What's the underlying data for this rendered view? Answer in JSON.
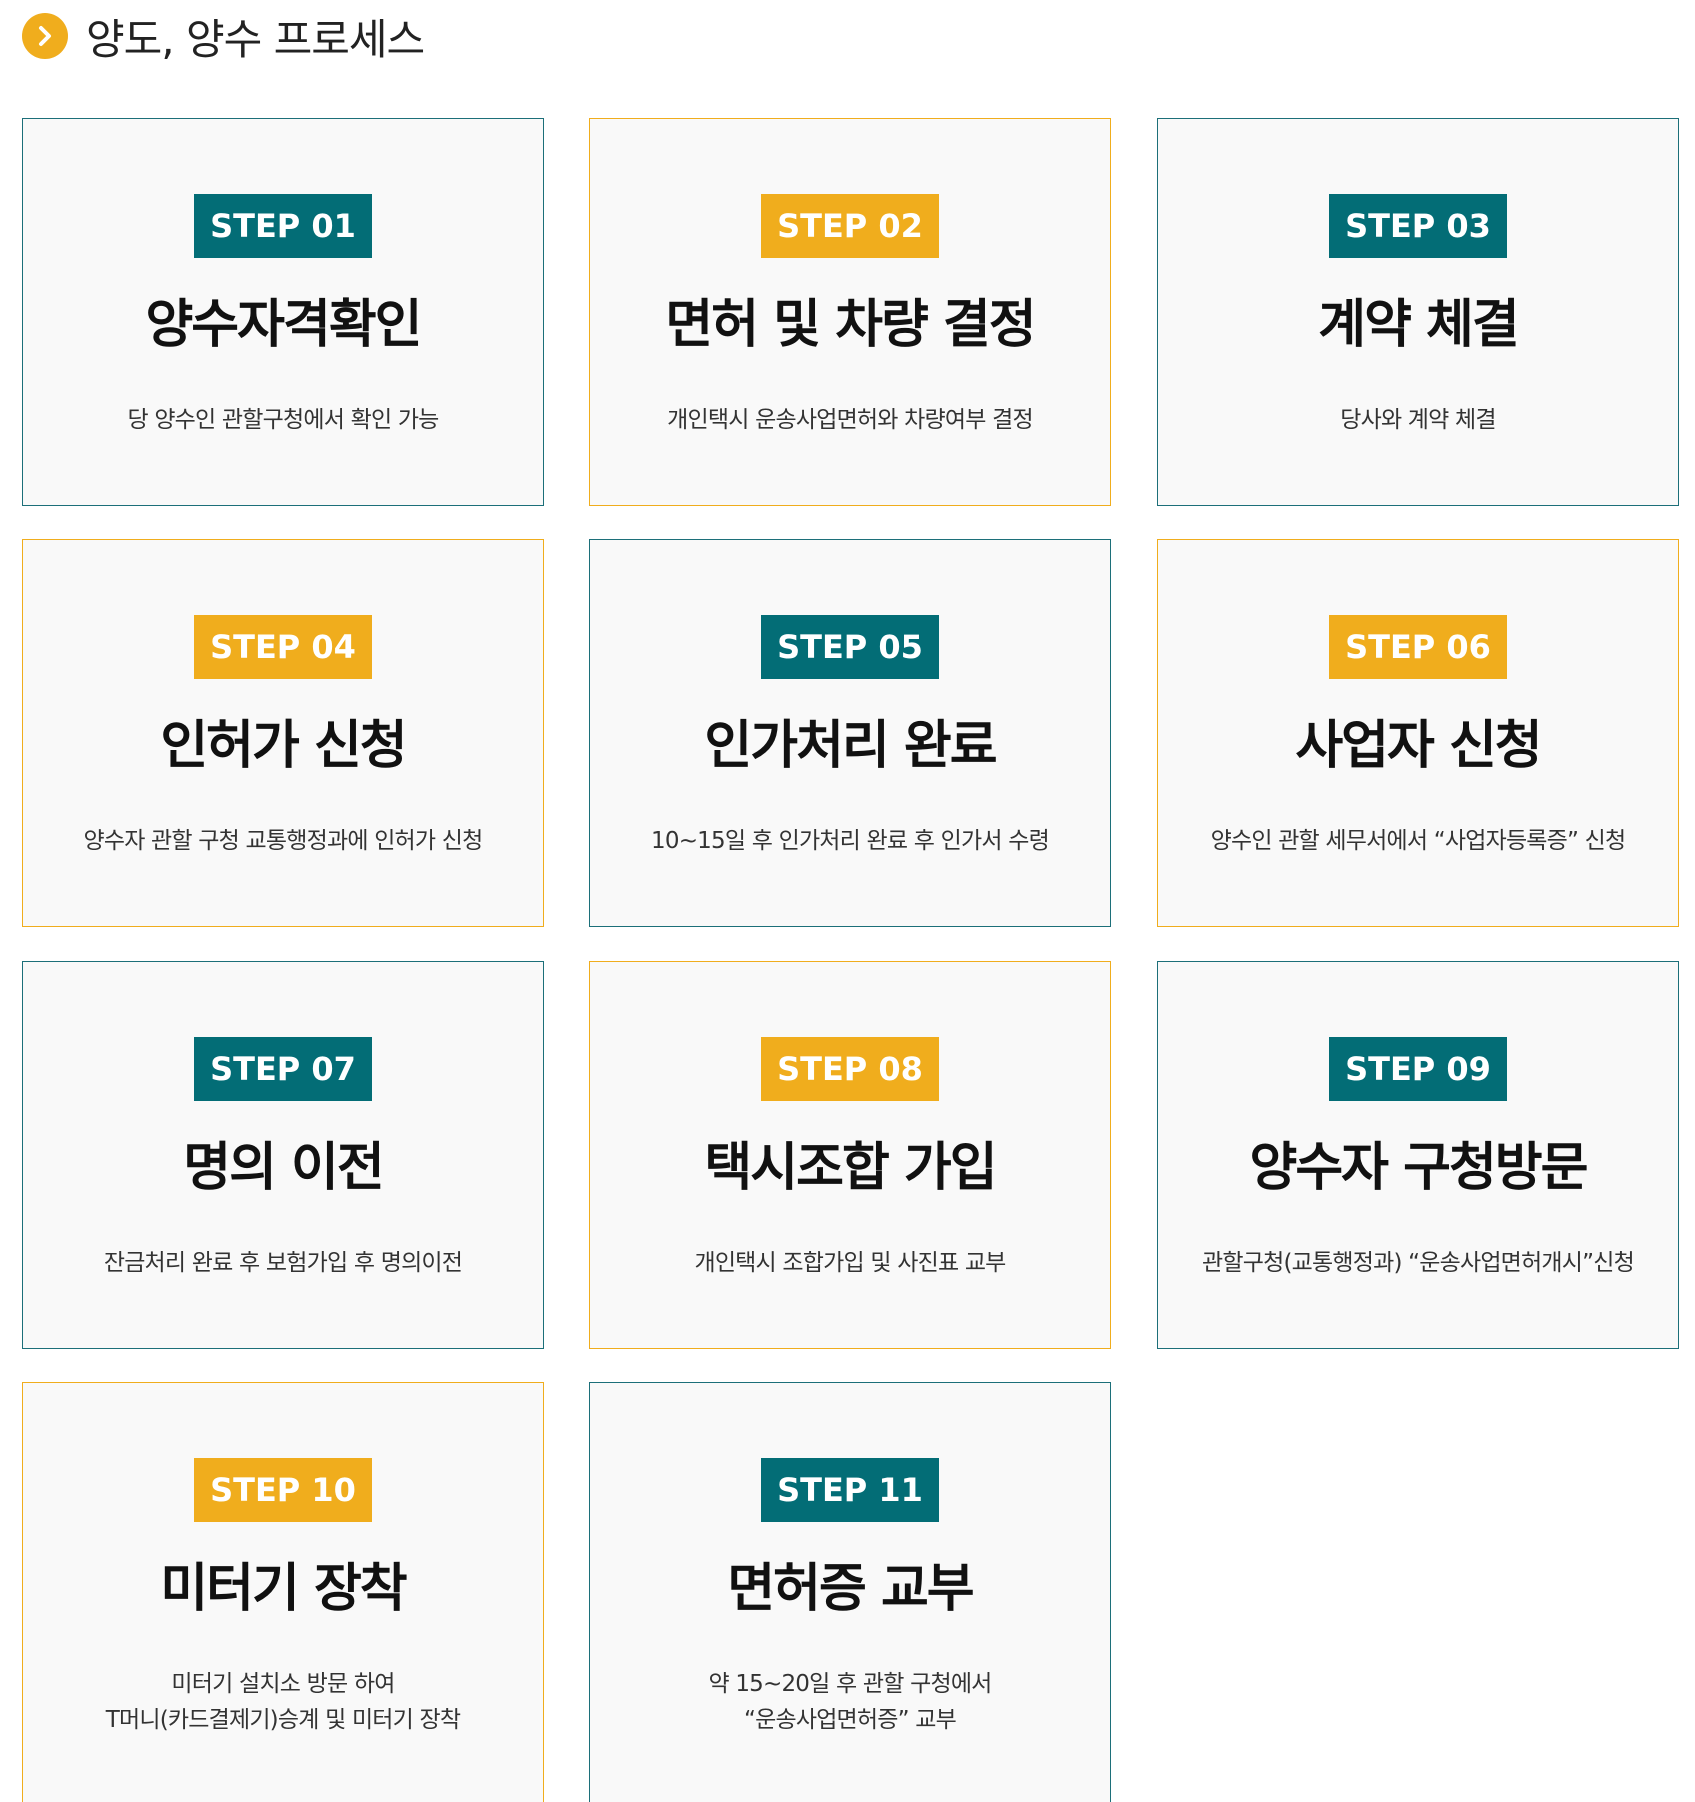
{
  "header": {
    "icon": "chevron-right-icon",
    "title": "양도, 양수 프로세스"
  },
  "colors": {
    "teal": "#036d76",
    "gold": "#f0ad1d",
    "card_background": "#f9f9f9"
  },
  "steps": [
    {
      "label": "STEP 01",
      "title": "양수자격확인",
      "description": [
        "당 양수인 관할구청에서 확인 가능"
      ],
      "color": "teal"
    },
    {
      "label": "STEP 02",
      "title": "면허 및 차량 결정",
      "description": [
        "개인택시 운송사업면허와 차량여부 결정"
      ],
      "color": "gold"
    },
    {
      "label": "STEP 03",
      "title": "계약 체결",
      "description": [
        "당사와 계약 체결"
      ],
      "color": "teal"
    },
    {
      "label": "STEP 04",
      "title": "인허가 신청",
      "description": [
        "양수자 관할 구청 교통행정과에 인허가 신청"
      ],
      "color": "gold"
    },
    {
      "label": "STEP 05",
      "title": "인가처리 완료",
      "description": [
        "10~15일 후 인가처리 완료 후 인가서 수령"
      ],
      "color": "teal"
    },
    {
      "label": "STEP 06",
      "title": "사업자 신청",
      "description": [
        "양수인 관할 세무서에서 “사업자등록증” 신청"
      ],
      "color": "gold"
    },
    {
      "label": "STEP 07",
      "title": "명의 이전",
      "description": [
        "잔금처리 완료 후 보험가입 후 명의이전"
      ],
      "color": "teal"
    },
    {
      "label": "STEP 08",
      "title": "택시조합 가입",
      "description": [
        "개인택시 조합가입 및 사진표 교부"
      ],
      "color": "gold"
    },
    {
      "label": "STEP 09",
      "title": "양수자 구청방문",
      "description": [
        "관할구청(교통행정과) “운송사업면허개시”신청"
      ],
      "color": "teal"
    },
    {
      "label": "STEP 10",
      "title": "미터기 장착",
      "description": [
        "미터기 설치소 방문 하여",
        "T머니(카드결제기)승계 및 미터기 장착"
      ],
      "color": "gold"
    },
    {
      "label": "STEP 11",
      "title": "면허증 교부",
      "description": [
        "약 15~20일 후 관할 구청에서",
        "“운송사업면허증” 교부"
      ],
      "color": "teal"
    }
  ]
}
